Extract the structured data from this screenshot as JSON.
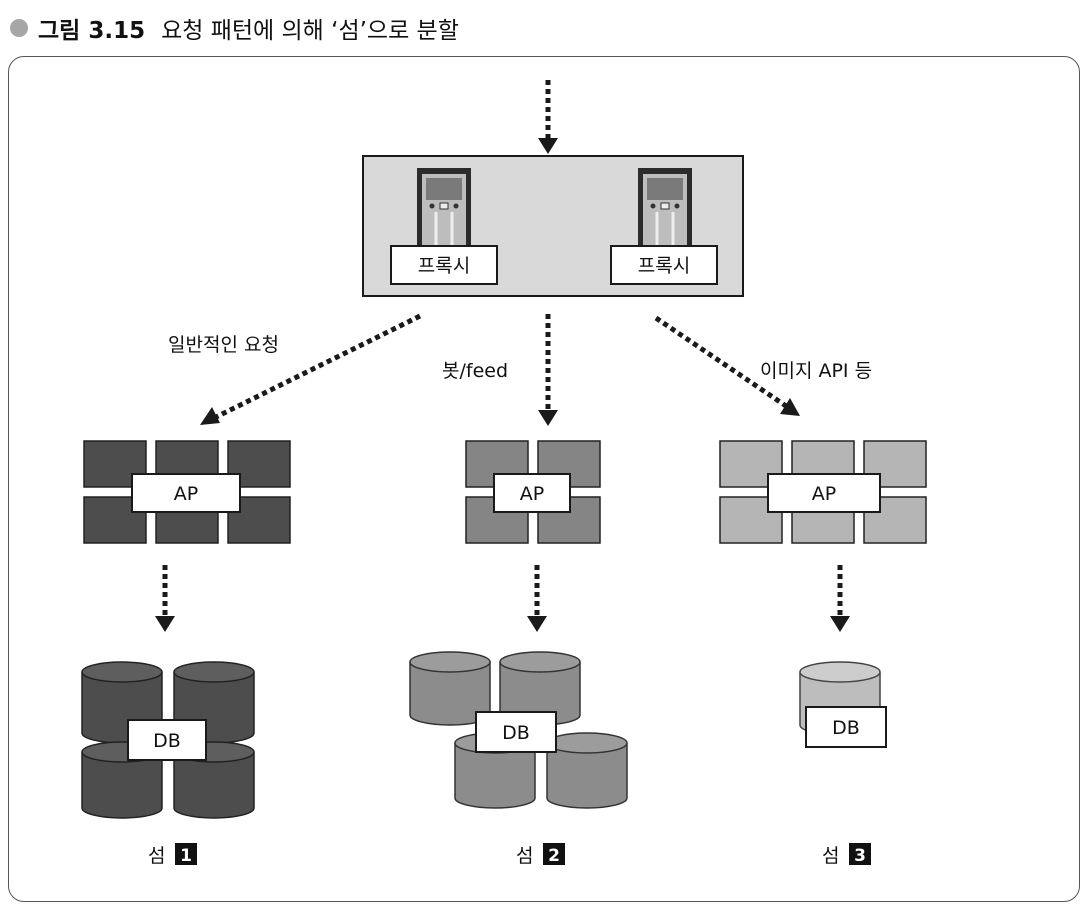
{
  "caption": {
    "figure_label": "그림 3.15",
    "title": "요청 패턴에 의해 ‘섬’으로 분할"
  },
  "proxies": [
    {
      "label": "프록시"
    },
    {
      "label": "프록시"
    }
  ],
  "routes": [
    {
      "label": "일반적인 요청"
    },
    {
      "label": "봇/feed"
    },
    {
      "label": "이미지 API 등"
    }
  ],
  "islands": [
    {
      "ap_label": "AP",
      "db_label": "DB",
      "name": "섬",
      "number": "1",
      "color": "#4d4d4d",
      "db_color": "#4d4d4d"
    },
    {
      "ap_label": "AP",
      "db_label": "DB",
      "name": "섬",
      "number": "2",
      "color": "#858585",
      "db_color": "#8c8c8c"
    },
    {
      "ap_label": "AP",
      "db_label": "DB",
      "name": "섬",
      "number": "3",
      "color": "#b5b5b5",
      "db_color": "#bdbdbd"
    }
  ],
  "colors": {
    "proxy_box": "#d9d9d9",
    "arrow": "#1a1a1a"
  }
}
